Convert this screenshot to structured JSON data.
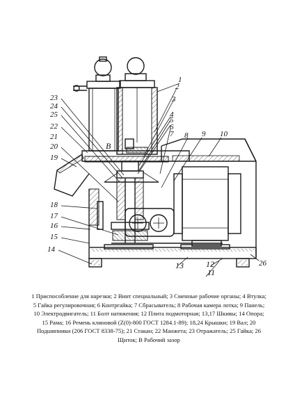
{
  "labels": [
    "1",
    "2",
    "3",
    "4",
    "5",
    "6",
    "7",
    "8",
    "9",
    "10",
    "11",
    "12",
    "13",
    "14",
    "15",
    "16",
    "17",
    "18",
    "19",
    "20",
    "21",
    "22",
    "23",
    "24",
    "25",
    "26",
    "B"
  ],
  "caption": "1 Приспособление для нарезки; 2 Винт специальный; 3 Сменные рабочие органы; 4 Втулка; 5 Гайка регулировочная; 6 Контргайка; 7 Сбрасыватель; 8 Рабочая камера лотка; 9 Панель; 10 Электродвигатель; 11 Болт натяжения; 12 Плита подмоторная; 13,17 Шкивы; 14 Опора; 15 Рама; 16 Ремень клиновой (Z(0)-800 ГОСТ 1284.1-89); 18,24 Крышки; 19 Вал; 20 Подшипники (206 ГОСТ 8338-75); 21 Стакан; 22 Манжета; 23 Отражатель; 25 Гайка; 26 Щиток; В Рабочий зазор"
}
